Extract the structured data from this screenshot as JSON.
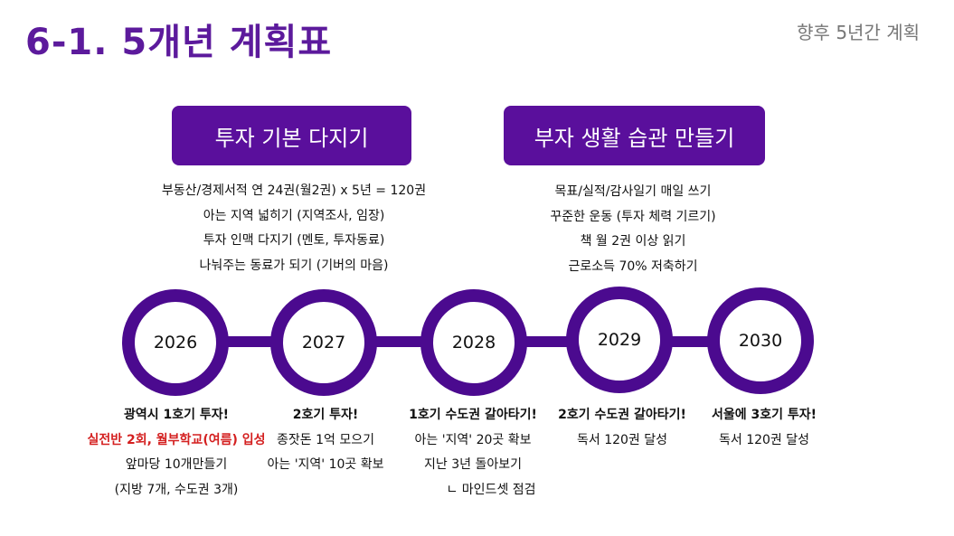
{
  "header": {
    "title": "6-1. 5개년 계획표",
    "subtitle": "향후 5년간 계획"
  },
  "themes": [
    {
      "label": "투자 기본 다지기",
      "items": [
        "부동산/경제서적 연 24권(월2권) x 5년 = 120권",
        "아는 지역 넓히기 (지역조사, 임장)",
        "투자 인맥 다지기 (멘토, 투자동료)",
        "나눠주는 동료가 되기 (기버의 마음)"
      ]
    },
    {
      "label": "부자 생활 습관 만들기",
      "items": [
        "목표/실적/감사일기 매일 쓰기",
        "꾸준한 운동 (투자 체력 기르기)",
        "책 월 2권 이상 읽기",
        "근로소득 70% 저축하기"
      ]
    }
  ],
  "timeline": [
    {
      "year": "2026",
      "headline": "광역시 1호기 투자!",
      "highlight": "실전반 2회, 월부학교(여름) 입성",
      "items": [
        "앞마당 10개만들기",
        "(지방 7개, 수도권 3개)"
      ]
    },
    {
      "year": "2027",
      "headline": "2호기 투자!",
      "items": [
        "종잣돈 1억 모으기",
        "아는 '지역' 10곳 확보"
      ]
    },
    {
      "year": "2028",
      "headline": "1호기 수도권 갈아타기!",
      "items": [
        "아는 '지역' 20곳 확보",
        "지난 3년 돌아보기",
        "ㄴ 마인드셋 점검"
      ]
    },
    {
      "year": "2029",
      "headline": "2호기 수도권 갈아타기!",
      "items": [
        "독서 120권 달성"
      ]
    },
    {
      "year": "2030",
      "headline": "서울에 3호기 투자!",
      "items": [
        "독서 120권 달성"
      ]
    }
  ],
  "colors": {
    "primary": "#5a0f9c",
    "ring": "#4b0a8f",
    "highlight": "#d42020"
  }
}
